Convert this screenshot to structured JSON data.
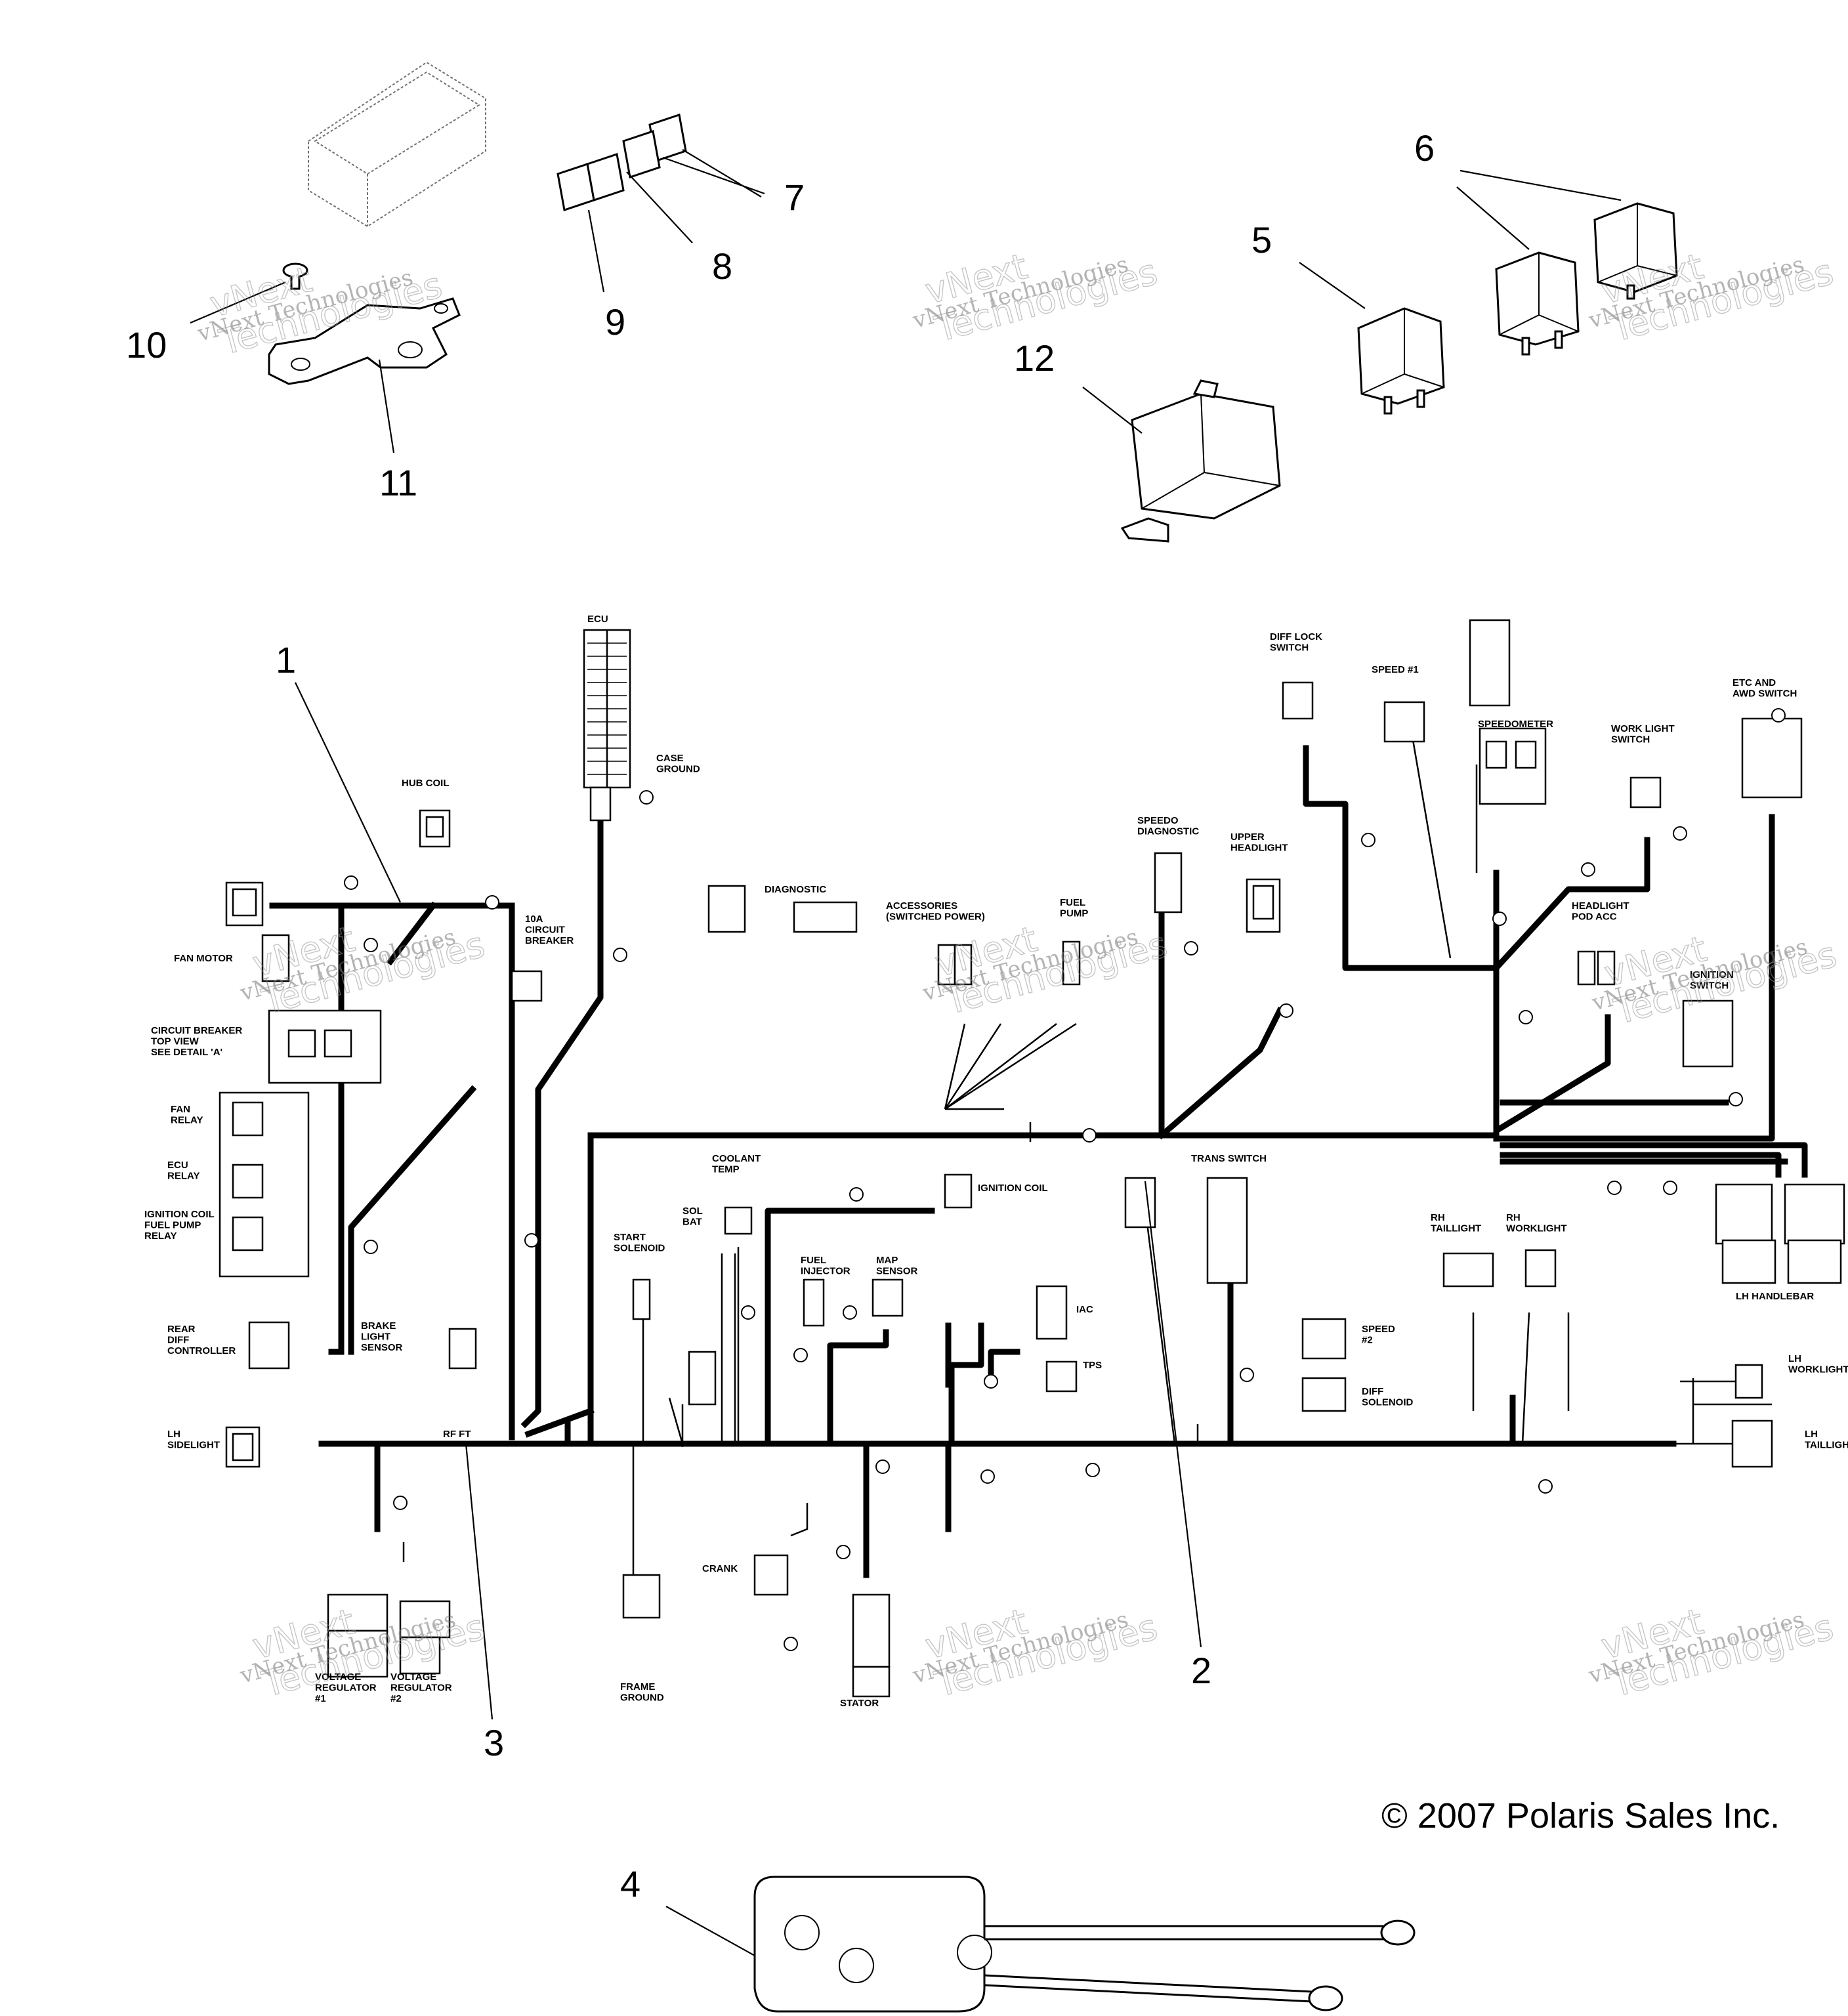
{
  "callouts": [
    "1",
    "2",
    "3",
    "4",
    "5",
    "6",
    "7",
    "8",
    "9",
    "10",
    "11",
    "12"
  ],
  "labels": {
    "ecu": "ECU",
    "hub_coil": "HUB COIL",
    "case_ground": "CASE\nGROUND",
    "diagnostic": "DIAGNOSTIC",
    "accessories": "ACCESSORIES\n(SWITCHED POWER)",
    "fuel_pump": "FUEL\nPUMP",
    "speedo_diagnostic": "SPEEDO\nDIAGNOSTIC",
    "upper_headlight": "UPPER\nHEADLIGHT",
    "diff_lock_switch": "DIFF LOCK\nSWITCH",
    "speed1": "SPEED #1",
    "speedometer": "SPEEDOMETER",
    "work_light_switch": "WORK LIGHT\nSWITCH",
    "etc_awd_switch": "ETC AND\nAWD SWITCH",
    "headlight_pod_acc": "HEADLIGHT\nPOD ACC",
    "ignition_switch": "IGNITION\nSWITCH",
    "fan_motor": "FAN MOTOR",
    "circuit_breaker_detail": "CIRCUIT BREAKER\nTOP VIEW\nSEE DETAIL 'A'",
    "circuit_breaker_10a": "10A\nCIRCUIT\nBREAKER",
    "fan_relay": "FAN\nRELAY",
    "ecu_relay": "ECU\nRELAY",
    "ignition_fuel_relay": "IGNITION COIL\nFUEL PUMP\nRELAY",
    "rear_diff_controller": "REAR\nDIFF\nCONTROLLER",
    "brake_light_sensor": "BRAKE\nLIGHT\nSENSOR",
    "lh_sidelight": "LH\nSIDELIGHT",
    "coolant_temp": "COOLANT\nTEMP",
    "start_solenoid": "START\nSOLENOID",
    "sol_bat": "SOL\nBAT",
    "fuel_injector": "FUEL\nINJECTOR",
    "map_sensor": "MAP\nSENSOR",
    "ignition_coil": "IGNITION COIL",
    "iac": "IAC",
    "tps": "TPS",
    "trans_switch": "TRANS SWITCH",
    "rh_taillight": "RH\nTAILLIGHT",
    "rh_worklight": "RH\nWORKLIGHT",
    "lh_handlebar": "LH HANDLEBAR",
    "speed2": "SPEED\n#2",
    "diff_solenoid": "DIFF\nSOLENOID",
    "lh_worklight": "LH\nWORKLIGHT",
    "lh_taillight": "LH\nTAILLIGHT",
    "crank": "CRANK",
    "stator": "STATOR",
    "frame_ground": "FRAME\nGROUND",
    "voltage_reg1": "VOLTAGE\nREGULATOR\n#1",
    "voltage_reg2": "VOLTAGE\nREGULATOR\n#2",
    "rf_ft": "RF FT"
  },
  "copyright": "© 2007 Polaris Sales Inc.",
  "watermark": {
    "line1": "vNext Technologies",
    "line2": "vNext\nTechnologies"
  }
}
